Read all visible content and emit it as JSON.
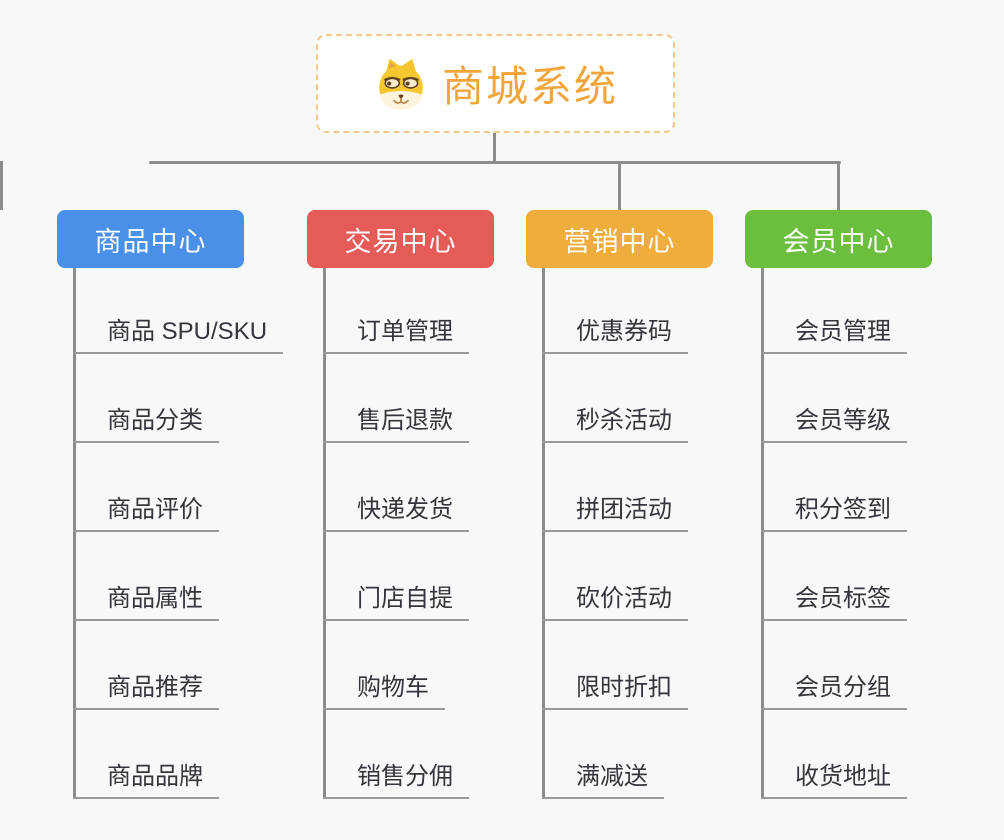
{
  "canvas": {
    "background": "#f7f8f8",
    "connector_color": "#8c8c8c",
    "underline_color": "#9a9a9a"
  },
  "root": {
    "icon": "dog-face-icon",
    "title": "商城系统",
    "title_color": "#f0a63c",
    "border_color": "#f3c98a"
  },
  "branches": [
    {
      "label": "商品中心",
      "color": "#4a8fe8",
      "children": [
        "商品 SPU/SKU",
        "商品分类",
        "商品评价",
        "商品属性",
        "商品推荐",
        "商品品牌"
      ]
    },
    {
      "label": "交易中心",
      "color": "#e45b58",
      "children": [
        "订单管理",
        "售后退款",
        "快递发货",
        "门店自提",
        "购物车",
        "销售分佣"
      ]
    },
    {
      "label": "营销中心",
      "color": "#efad3e",
      "children": [
        "优惠券码",
        "秒杀活动",
        "拼团活动",
        "砍价活动",
        "限时折扣",
        "满减送"
      ]
    },
    {
      "label": "会员中心",
      "color": "#6cbe3f",
      "children": [
        "会员管理",
        "会员等级",
        "积分签到",
        "会员标签",
        "会员分组",
        "收货地址"
      ]
    }
  ]
}
